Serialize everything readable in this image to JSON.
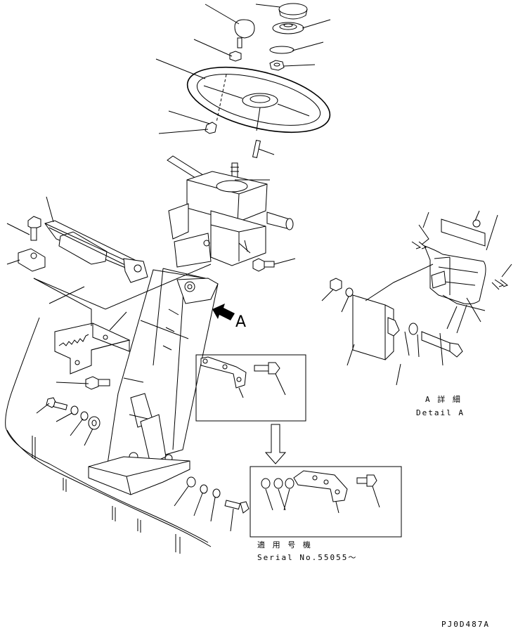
{
  "view_arrow_label": "A",
  "detail": {
    "title_jp": "A 詳 細",
    "title_en": "Detail A"
  },
  "serial_note": {
    "jp": "適 用 号 機",
    "en": "Serial No.55055～"
  },
  "drawing_code": "PJ0D487A"
}
